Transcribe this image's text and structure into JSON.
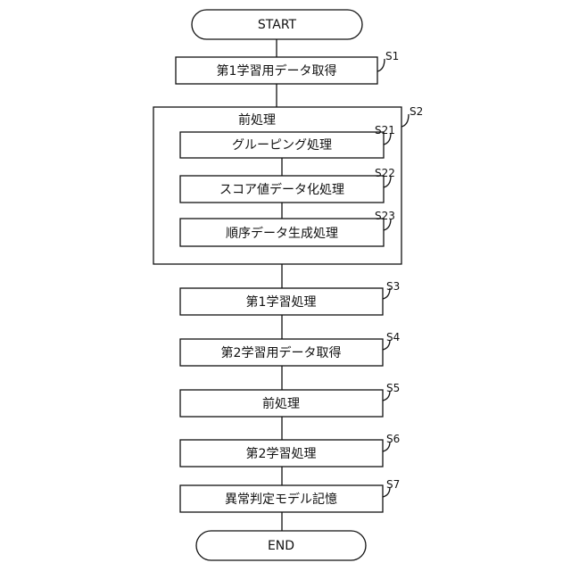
{
  "flow": {
    "start": "START",
    "end": "END",
    "s1": {
      "label": "第1学習用データ取得",
      "tag": "S1"
    },
    "s2": {
      "label": "前処理",
      "tag": "S2"
    },
    "s21": {
      "label": "グルーピング処理",
      "tag": "S21"
    },
    "s22": {
      "label": "スコア値データ化処理",
      "tag": "S22"
    },
    "s23": {
      "label": "順序データ生成処理",
      "tag": "S23"
    },
    "s3": {
      "label": "第1学習処理",
      "tag": "S3"
    },
    "s4": {
      "label": "第2学習用データ取得",
      "tag": "S4"
    },
    "s5": {
      "label": "前処理",
      "tag": "S5"
    },
    "s6": {
      "label": "第2学習処理",
      "tag": "S6"
    },
    "s7": {
      "label": "異常判定モデル記憶",
      "tag": "S7"
    }
  }
}
